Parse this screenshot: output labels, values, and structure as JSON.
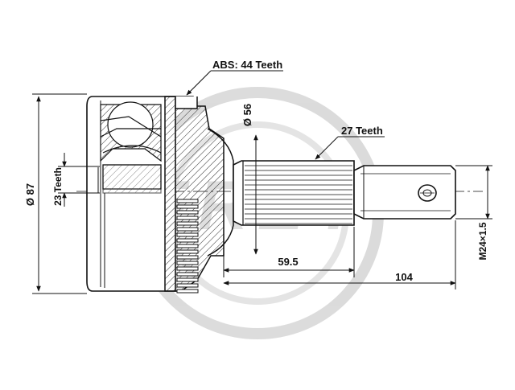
{
  "labels": {
    "abs_teeth": "ABS: 44 Teeth",
    "outer_diameter": "Ø 87",
    "inner_teeth": "23 Teeth",
    "shaft_diameter": "Ø 56",
    "spline_teeth": "27 Teeth",
    "length_short": "59.5",
    "length_total": "104",
    "thread": "M24×1.5"
  },
  "watermark": {
    "text": "FREY"
  },
  "colors": {
    "line": "#111111",
    "hatch": "#333333",
    "watermark": "#d8d8d8",
    "background": "#ffffff"
  }
}
